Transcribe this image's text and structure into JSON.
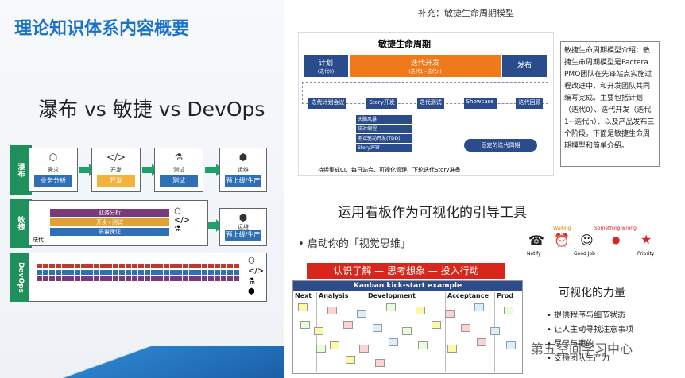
{
  "left": {
    "title": "理论知识体系内容概要",
    "subtitle": "瀑布 vs 敏捷 vs DevOps",
    "rows": {
      "waterfall": {
        "label": "瀑布"
      },
      "agile": {
        "label": "敏捷",
        "bars": [
          "业务分析",
          "开发+测试",
          "质量保证"
        ],
        "iteration": "迭代"
      },
      "devops": {
        "label": "DevOps"
      }
    },
    "stages": [
      {
        "title": "需求",
        "chip": "业务分析",
        "icon": "cube-icon",
        "color": "#2e6fb6"
      },
      {
        "title": "开发",
        "chip": "开发",
        "icon": "code-icon",
        "color": "#f2b23c"
      },
      {
        "title": "测试",
        "chip": "测试",
        "icon": "flask-icon",
        "color": "#2e6fb6"
      },
      {
        "title": "运维",
        "chip": "预上线/生产",
        "icon": "cubes-icon",
        "color": "#2e6fb6"
      }
    ],
    "agile_stage": {
      "title": "运维",
      "chip": "预上线/生产"
    }
  },
  "right": {
    "supplement": "补充：敏捷生命周期模型",
    "agile_title": "敏捷生命周期",
    "phases": [
      {
        "label": "计划",
        "sub": "(迭代0)"
      },
      {
        "label": "迭代开发",
        "sub": "(迭代1~迭代n)"
      },
      {
        "label": "发布",
        "sub": ""
      }
    ],
    "flow": [
      "迭代计划会议",
      "Story开发",
      "迭代测试",
      "Showcase",
      "迭代回顾"
    ],
    "practices": [
      "头脑风暴",
      "结对编程",
      "测试驱动开发(TDD)",
      "Story评审"
    ],
    "cycle_label": "固定的迭代周期",
    "footer_note": "持续集成CI、每日站会、可视化管理、下轮迭代Story准备",
    "description": "敏捷生命周期模型介绍：敏捷生命周期模型是Pactera PMO团队在先锋站点实施过程改进中，和开发团队共同编写完成。主要包括计划（迭代0）、迭代开发（迭代1~迭代n）、以及产品发布三个阶段。下面是敏捷生命周期模型和简单介绍。",
    "kanban_heading": "运用看板作为可视化的引导工具",
    "visual_thinking": "启动你的「视觉思维」",
    "status_icons": [
      {
        "name": "notify",
        "label": "Notify",
        "symbol": "☎"
      },
      {
        "name": "waiting",
        "label": "Waiting",
        "symbol": "⏰"
      },
      {
        "name": "good-job",
        "label": "Good Job",
        "symbol": "☺"
      },
      {
        "name": "something-wrong",
        "label": "Something wrong",
        "symbol": "●"
      },
      {
        "name": "priority",
        "label": "Priority",
        "symbol": "★"
      }
    ],
    "steps_bar": "认识了解 — 思考想象 — 投入行动",
    "kanban_board": {
      "title": "Kanban kick-start example",
      "columns": [
        "Next",
        "Analysis",
        "Development",
        "Acceptance",
        "Prod"
      ]
    },
    "power_title": "可视化的力量",
    "power_items": [
      "提供程序与细节状态",
      "让人主动寻找注意事项",
      "尽早与期的",
      "支持团队生产力"
    ],
    "watermark": "第五空间学习中心"
  }
}
